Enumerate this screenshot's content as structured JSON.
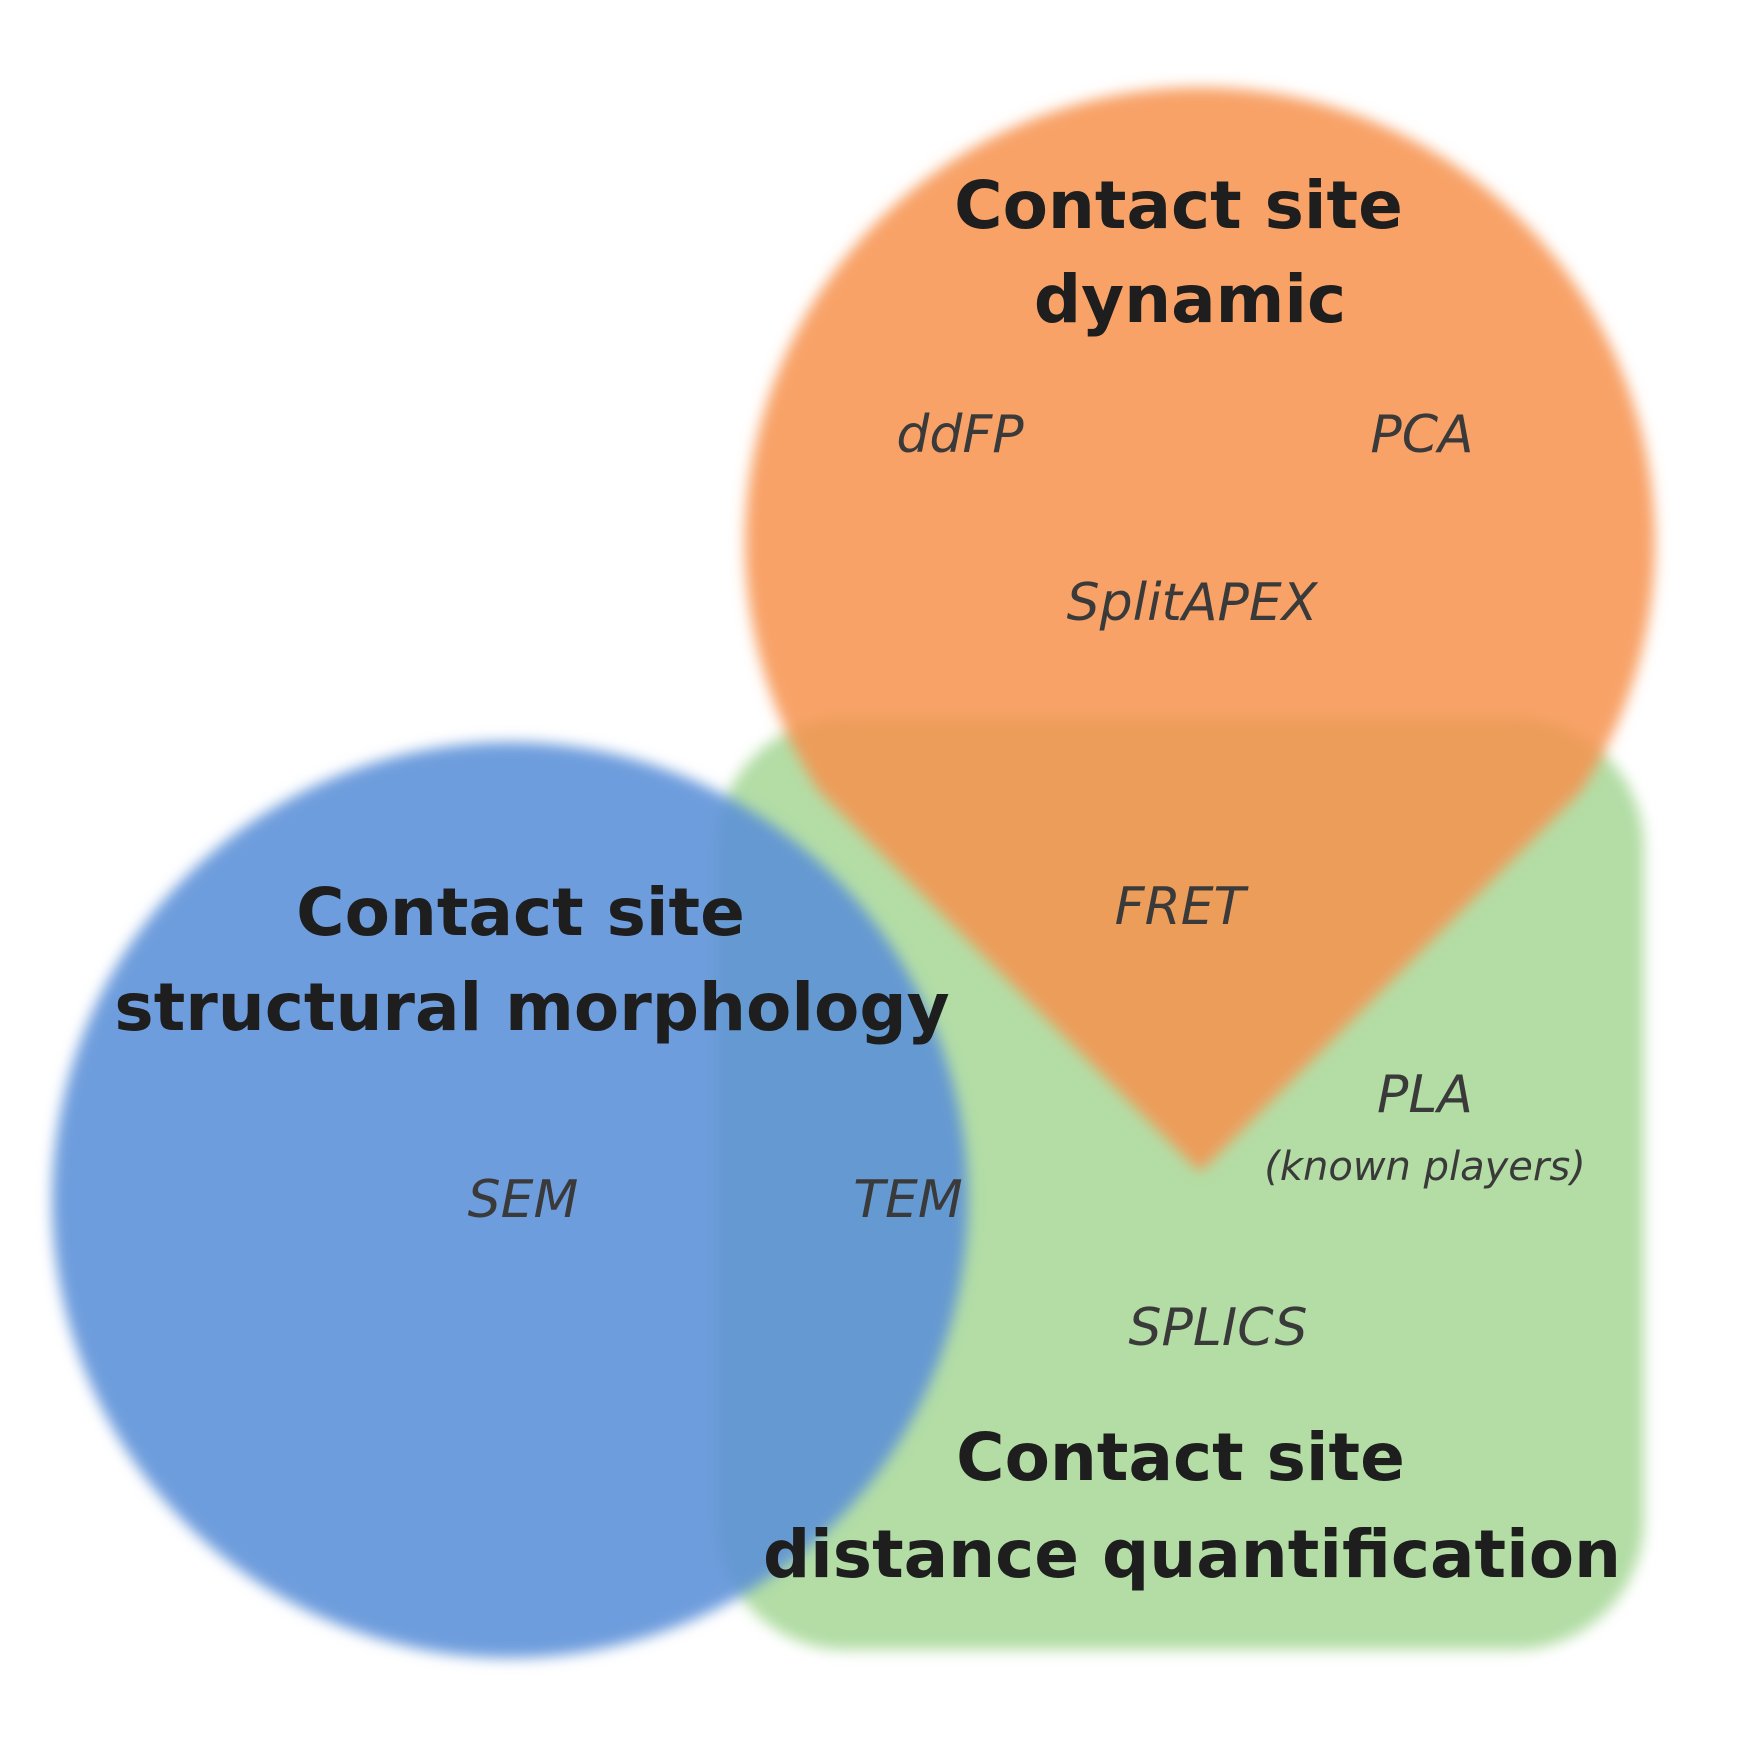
{
  "regions": {
    "dynamic": {
      "title_line1": "Contact site",
      "title_line2": "dynamic",
      "color": "#f79a5b"
    },
    "morphology": {
      "title_line1": "Contact site",
      "title_line2": "structural morphology",
      "color": "#5b8fd6"
    },
    "distance": {
      "title_line1": "Contact site",
      "title_line2": "distance quantification",
      "color": "#a5d79a"
    }
  },
  "methods": {
    "ddfp": "ddFP",
    "pca": "PCA",
    "splitapex": "SplitAPEX",
    "fret": "FRET",
    "pla": "PLA",
    "pla_note": "(known players)",
    "sem": "SEM",
    "tem": "TEM",
    "splics": "SPLICS"
  }
}
